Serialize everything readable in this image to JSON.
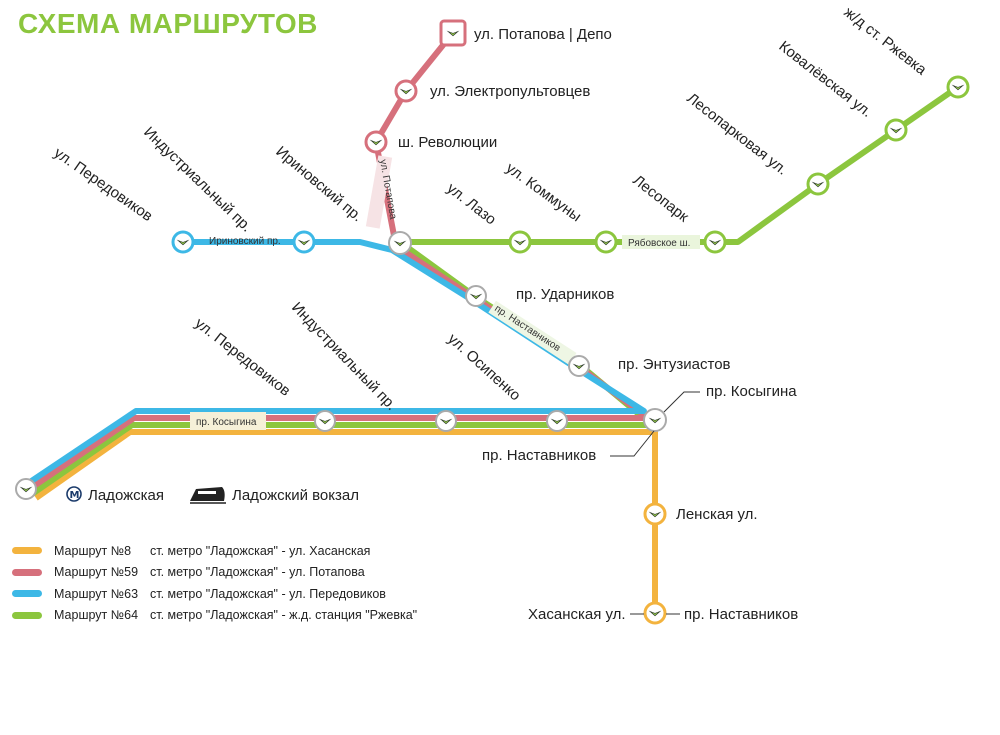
{
  "title": "СХЕМА МАРШРУТОВ",
  "colors": {
    "orange": "#f3b33e",
    "pink": "#d6707c",
    "blue": "#3db8e6",
    "green": "#8cc63e"
  },
  "stops": {
    "potapova_depo": "ул. Потапова | Депо",
    "electropultovtsev": "ул. Электропультовцев",
    "sh_revolyutsii": "ш. Революции",
    "peredovikov_top": "ул. Передовиков",
    "industrialny_top": "Индустриальный пр.",
    "irinovsky": "Ириновский пр.",
    "lazo": "ул. Лазо",
    "kommuny": "ул. Коммуны",
    "lesopark": "Лесопарк",
    "lesoparkovaya": "Лесопарковая ул.",
    "kovalevskaya": "Ковалёвская ул.",
    "rzhevka": "ж/д ст. Ржевка",
    "udarnikov": "пр. Ударников",
    "entuziastov": "пр. Энтузиастов",
    "kosygina": "пр. Косыгина",
    "nastavnikov": "пр. Наставников",
    "peredovikov_bottom": "ул. Передовиков",
    "industrialny_bottom": "Индустриальный пр.",
    "osipenko": "ул. Осипенко",
    "lenskaya": "Ленская ул.",
    "khasanskaya": "Хасанская ул.",
    "nastavnikov_end": "пр. Наставников"
  },
  "street_labels": {
    "irinovsky_pr": "Ириновский пр.",
    "ryabovskoe": "Рябовское ш.",
    "potapova": "ул. Потапова",
    "nastavnikov_pr": "пр. Наставников",
    "kosygina_pr": "пр. Косыгина"
  },
  "ladozhskaya": "Ладожская",
  "metro_symbol": "M",
  "station": "Ладожский вокзал",
  "legend": [
    {
      "route": "Маршрут №8",
      "desc": "ст. метро \"Ладожская\" - ул. Хасанская",
      "color": "#f3b33e"
    },
    {
      "route": "Маршрут №59",
      "desc": "ст. метро \"Ладожская\" - ул. Потапова",
      "color": "#d6707c"
    },
    {
      "route": "Маршрут №63",
      "desc": "ст. метро \"Ладожская\" - ул. Передовиков",
      "color": "#3db8e6"
    },
    {
      "route": "Маршрут №64",
      "desc": "ст. метро \"Ладожская\" - ж.д. станция \"Ржевка\"",
      "color": "#8cc63e"
    }
  ]
}
